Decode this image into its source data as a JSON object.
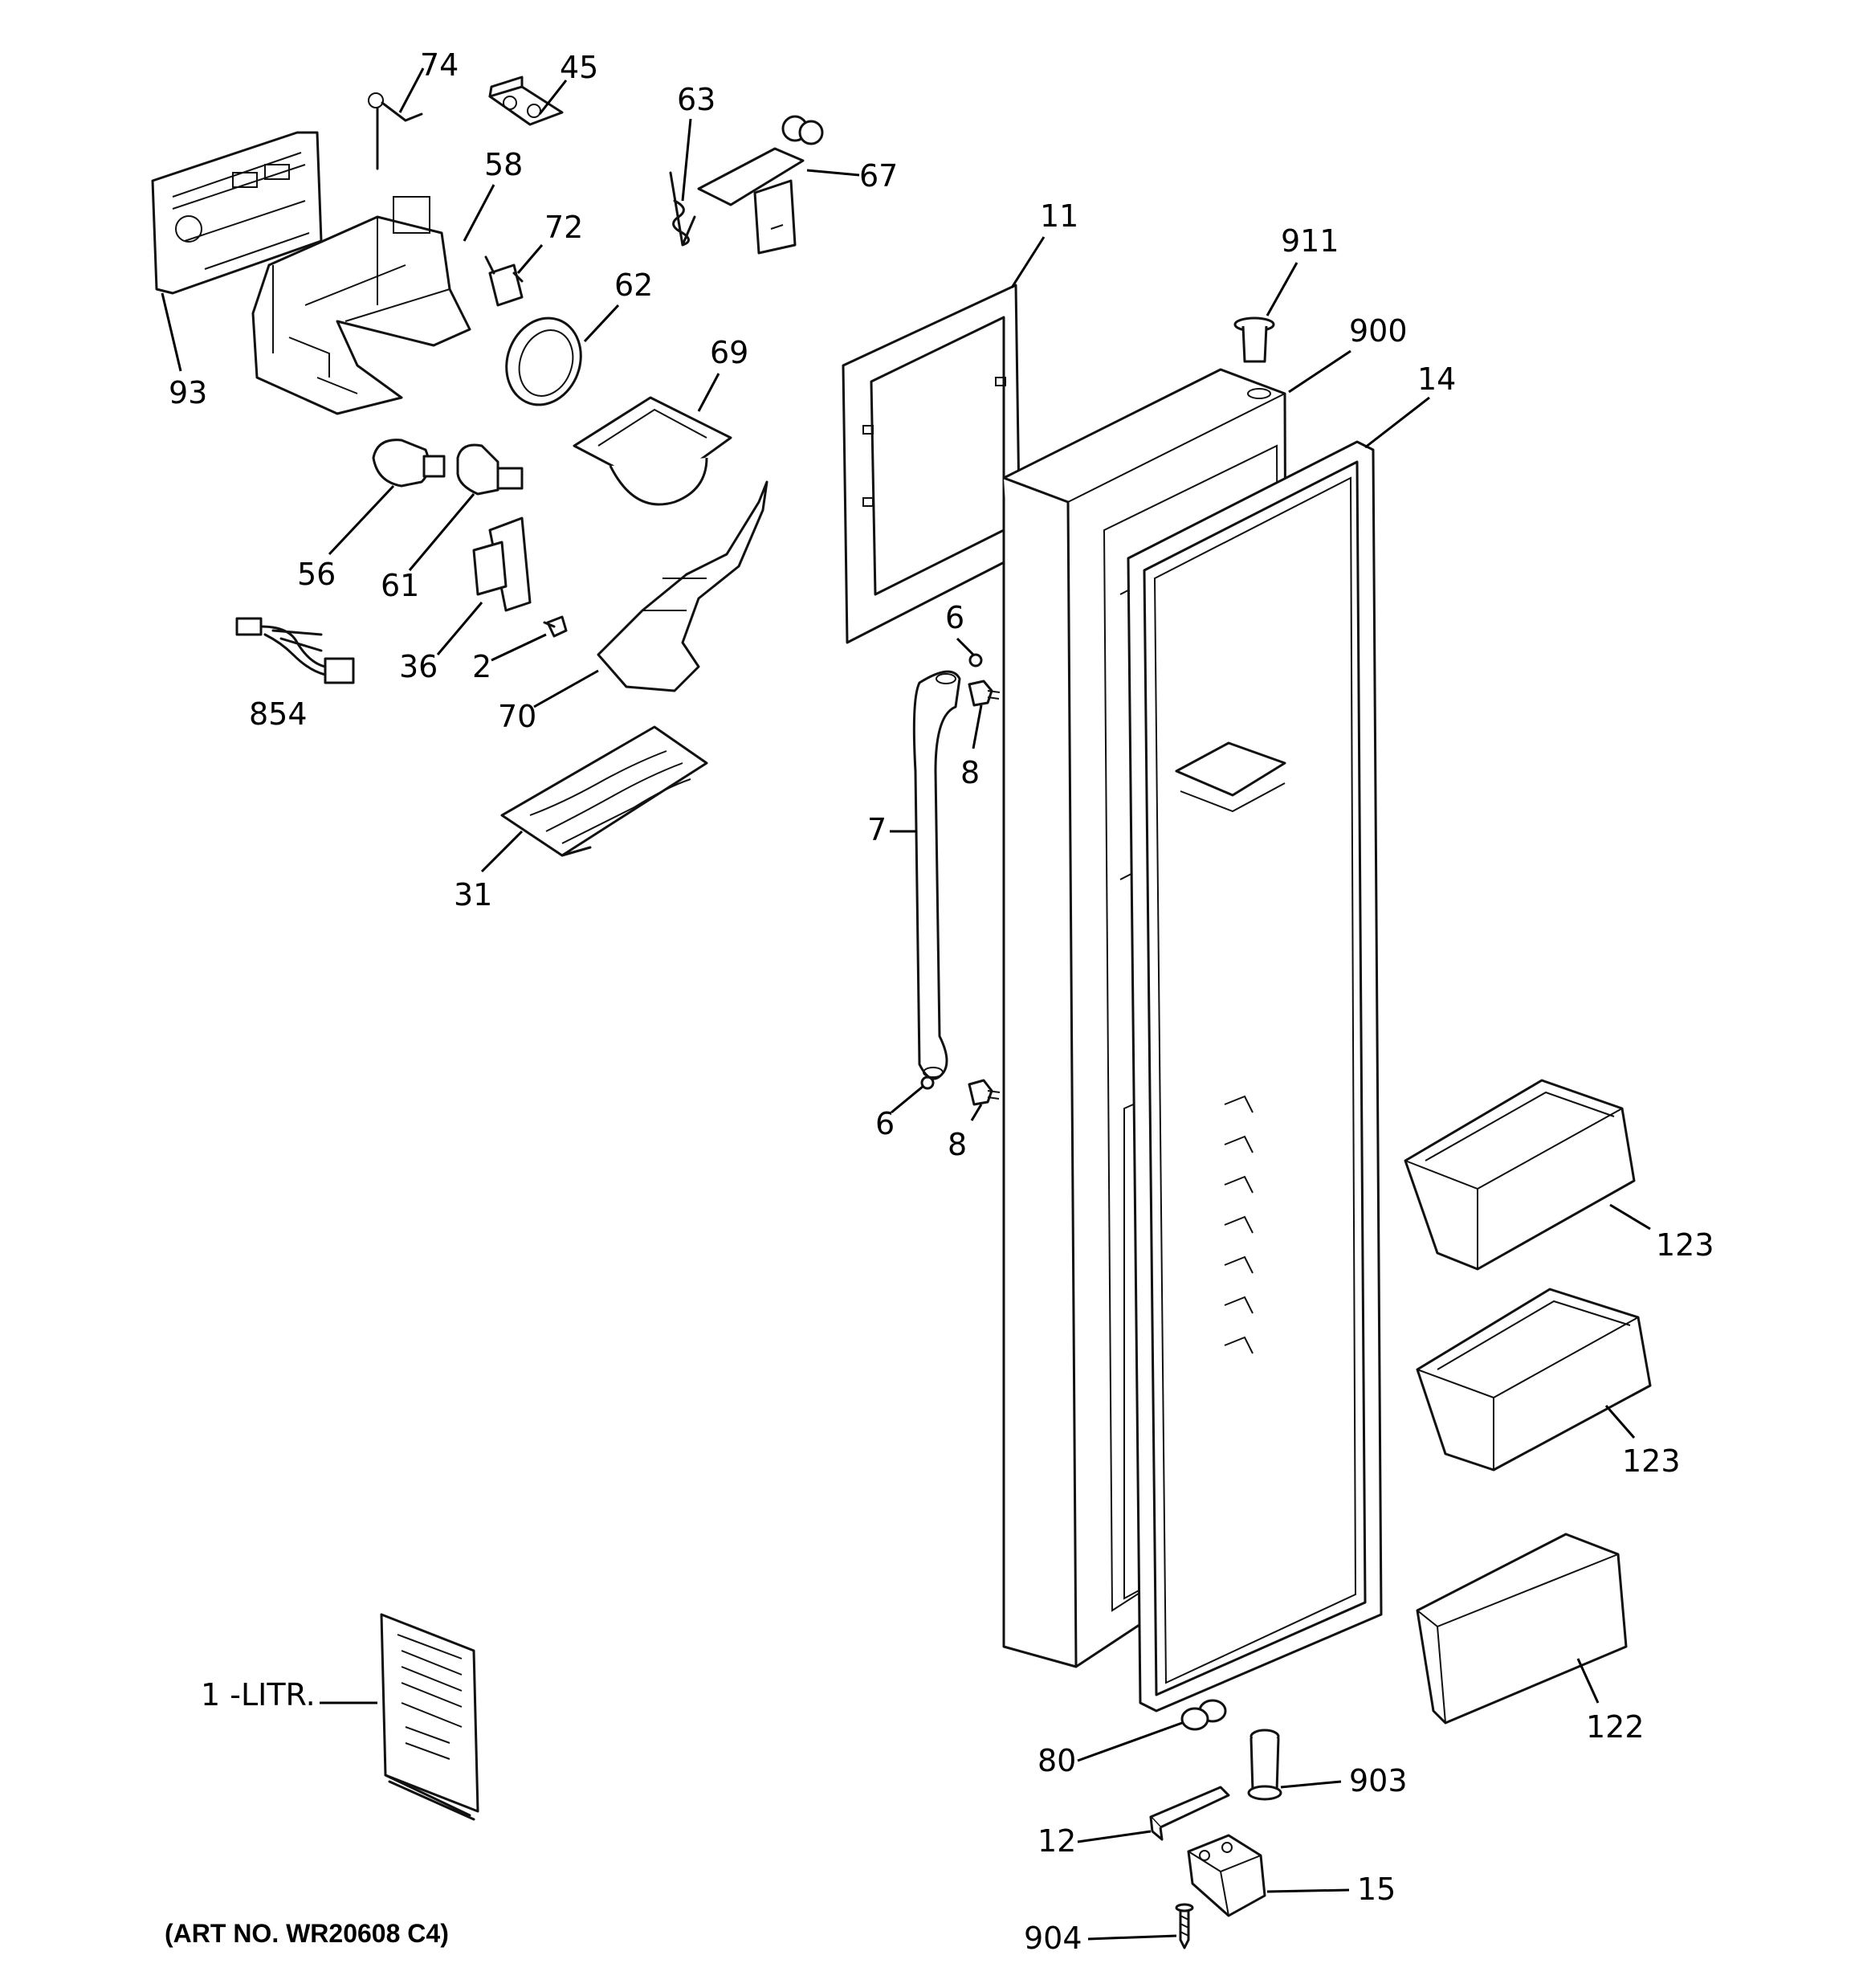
{
  "diagram": {
    "art_number": "(ART NO. WR20608 C4)",
    "callouts": {
      "c74": "74",
      "c45": "45",
      "c63": "63",
      "c67": "67",
      "c58": "58",
      "c72": "72",
      "c62": "62",
      "c69": "69",
      "c93": "93",
      "c56": "56",
      "c61": "61",
      "c36": "36",
      "c2": "2",
      "c854": "854",
      "c70": "70",
      "c31": "31",
      "c11": "11",
      "c911": "911",
      "c900": "900",
      "c14": "14",
      "c6_top": "6",
      "c8_top": "8",
      "c7": "7",
      "c6_bottom": "6",
      "c8_bottom": "8",
      "c123_top": "123",
      "c123_bottom": "123",
      "c122": "122",
      "c1_litr": "1 -LITR.",
      "c80": "80",
      "c903": "903",
      "c12": "12",
      "c15": "15",
      "c904": "904"
    }
  }
}
